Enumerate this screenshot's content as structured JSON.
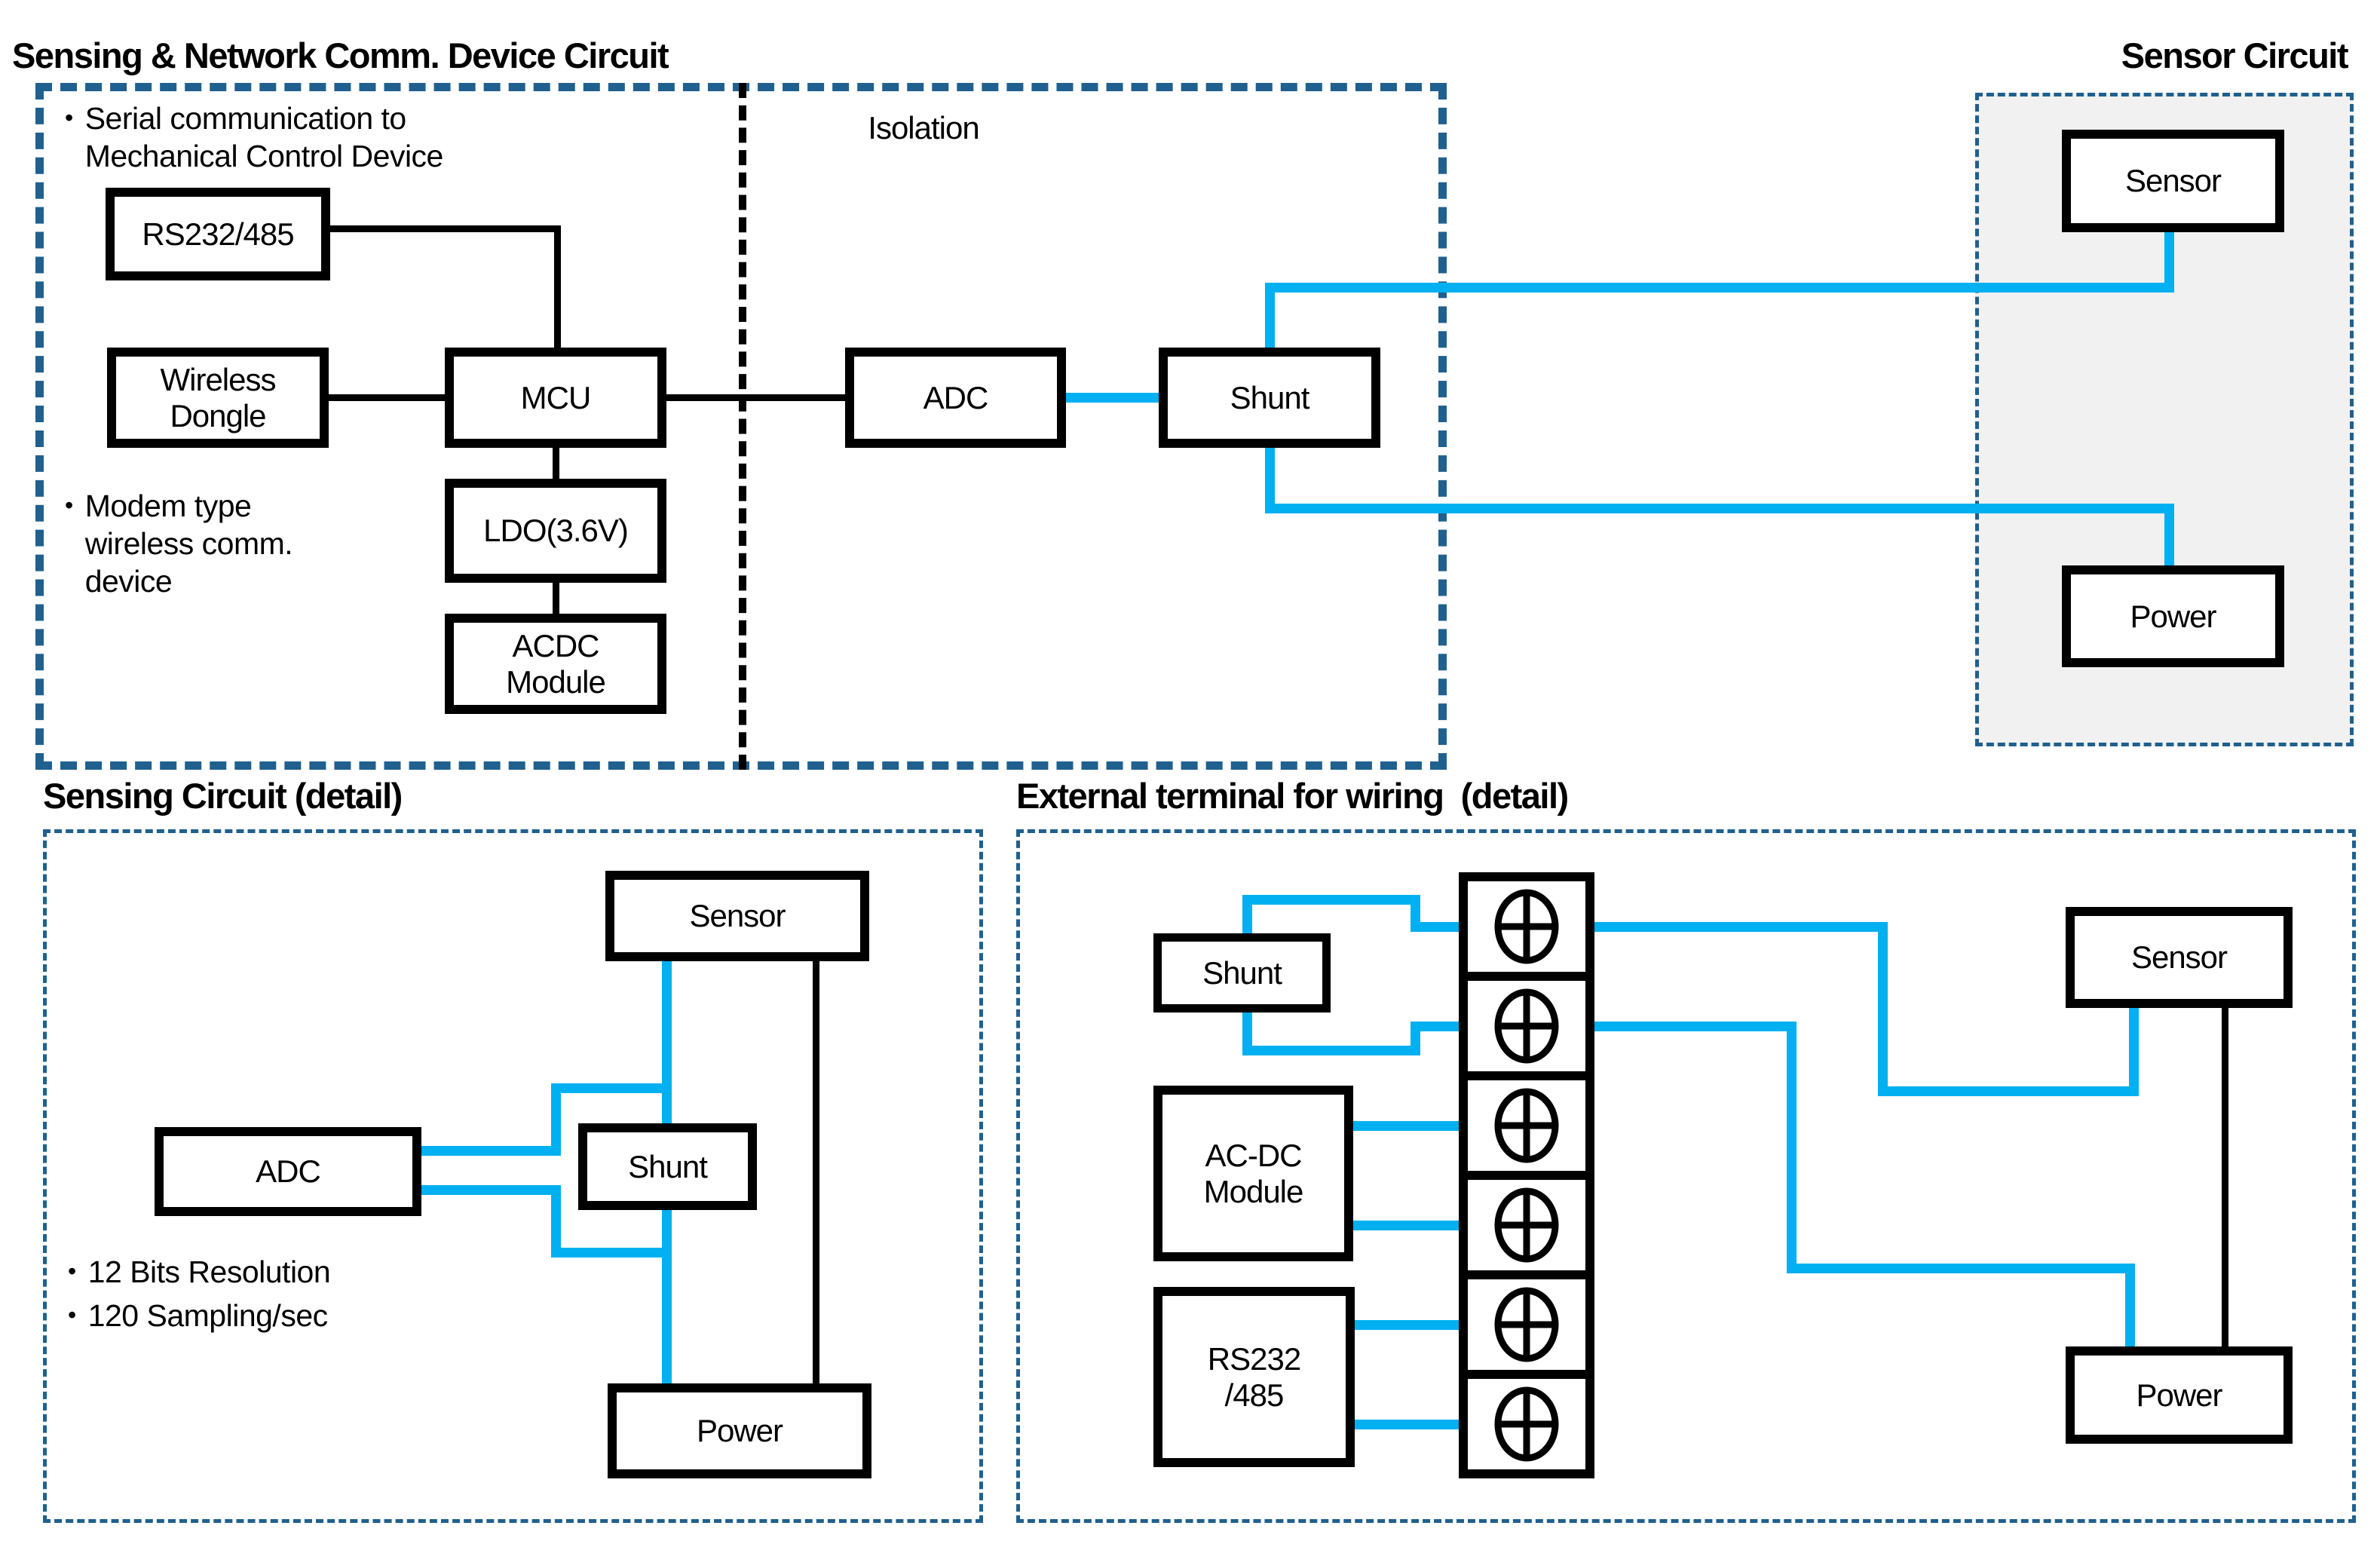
{
  "bullet": "•",
  "colors": {
    "wire_cyan": "#00B0F0",
    "dashed_border_blue": "#1F608F",
    "panel_gray_fill": "#F1F1F1",
    "line_black": "#000000"
  },
  "sections": {
    "device_circuit": {
      "title": "Sensing & Network Comm. Device Circuit",
      "isolation_label": "Isolation",
      "notes": [
        "Serial communication to\nMechanical Control Device",
        "Modem type\nwireless comm.\ndevice"
      ],
      "boxes": {
        "rs232": "RS232/485",
        "wireless_dongle": "Wireless\nDongle",
        "mcu": "MCU",
        "ldo": "LDO(3.6V)",
        "acdc": "ACDC\nModule",
        "adc": "ADC",
        "shunt": "Shunt"
      }
    },
    "sensor_circuit": {
      "title": "Sensor Circuit",
      "boxes": {
        "sensor": "Sensor",
        "power": "Power"
      }
    },
    "sensing_detail": {
      "title": "Sensing Circuit (detail)",
      "notes": [
        "12 Bits Resolution",
        "120 Sampling/sec"
      ],
      "boxes": {
        "sensor": "Sensor",
        "adc": "ADC",
        "shunt": "Shunt",
        "power": "Power"
      }
    },
    "external_terminal": {
      "title": "External terminal for wiring  (detail)",
      "terminal_positions": 6,
      "boxes": {
        "shunt": "Shunt",
        "acdc": "AC-DC\nModule",
        "rs232": "RS232\n/485",
        "sensor": "Sensor",
        "power": "Power"
      }
    }
  }
}
